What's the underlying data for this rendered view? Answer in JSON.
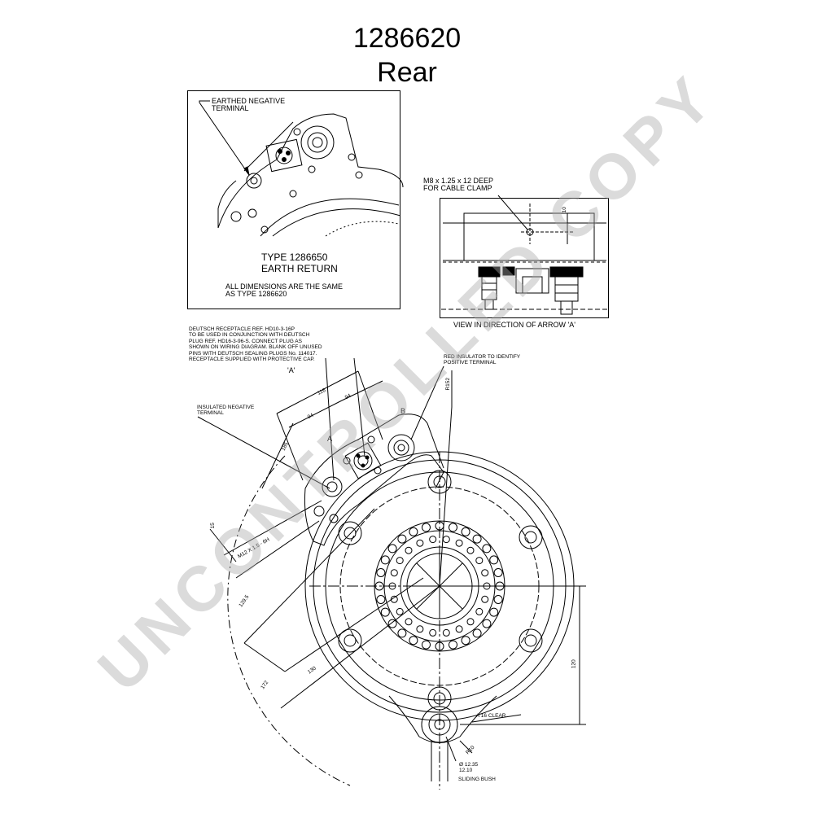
{
  "header": {
    "part_number": "1286620",
    "view": "Rear"
  },
  "inset_earth": {
    "callout": "EARTHED NEGATIVE\nTERMINAL",
    "type_line1": "TYPE  1286650",
    "type_line2": "EARTH RETURN",
    "note": "ALL DIMENSIONS ARE THE SAME\nAS TYPE 1286620"
  },
  "inset_arrow": {
    "callout": "M8 x 1.25 x 12 DEEP\nFOR CABLE CLAMP",
    "dim_10": "10",
    "caption": "VIEW IN DIRECTION OF ARROW 'A'"
  },
  "main": {
    "deutsch_note": "DEUTSCH RECEPTACLE REF. HD10-3-16P\nTO BE USED IN CONJUNCTION WITH DEUTSCH\nPLUG REF. HD16-3-96-S. CONNECT PLUG AS\nSHOWN ON WIRING DIAGRAM. BLANK OFF UNUSED\nPINS WITH DEUTSCH SEALING PLUGS No. 114017.\nRECEPTACLE SUPPLIED WITH PROTECTIVE CAP.",
    "red_insulator": "RED INSULATOR TO IDENTIFY\nPOSITIVE TERMINAL",
    "arrow_a": "'A'",
    "insulated_negative": "INSULATED NEGATIVE\nTERMINAL",
    "label_a": "A",
    "label_b": "B",
    "dim_116": "116",
    "dim_94a": "94",
    "dim_94b": "94",
    "dim_185": "185",
    "dim_r152": "R152",
    "dim_thread": "M12 X 1.5 - 6H",
    "dim_15": "15",
    "dim_1295": "129.5",
    "dim_130": "130",
    "dim_172": "172",
    "dim_120": "120",
    "dim_a16": "A 16 CLEAR",
    "dim_r10": "R10",
    "bush_dims": "Ø 12.35\n12.10",
    "bush_label": "SLIDING BUSH"
  },
  "watermark": "UNCONTROLLED COPY"
}
